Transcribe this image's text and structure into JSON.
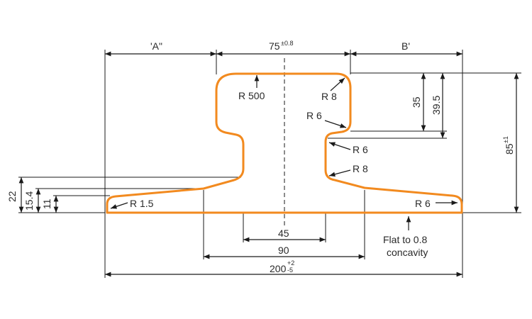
{
  "labels": {
    "dim_a": "'A\"",
    "dim_b": "B'",
    "top_width": "75",
    "top_width_tol": "±0.8",
    "height_35": "35",
    "height_39_5": "39.5",
    "total_height": "85",
    "total_height_tol": "±1",
    "base_22": "22",
    "base_15_4": "15.4",
    "base_11": "11",
    "bottom_45": "45",
    "bottom_90": "90",
    "bottom_200": "200",
    "bottom_200_tol_upper": "+2",
    "bottom_200_tol_lower": "-5",
    "r_500": "R 500",
    "r_8_top": "R 8",
    "r_6_neck": "R 6",
    "r_6_web": "R 6",
    "r_8_web": "R 8",
    "r_1_5": "R 1.5",
    "r_6_foot": "R 6",
    "note_line1": "Flat to 0.8",
    "note_line2": "concavity"
  },
  "colors": {
    "profile": "#f28a1f",
    "lines": "#1a1a1a",
    "text": "#2a2a2a"
  }
}
